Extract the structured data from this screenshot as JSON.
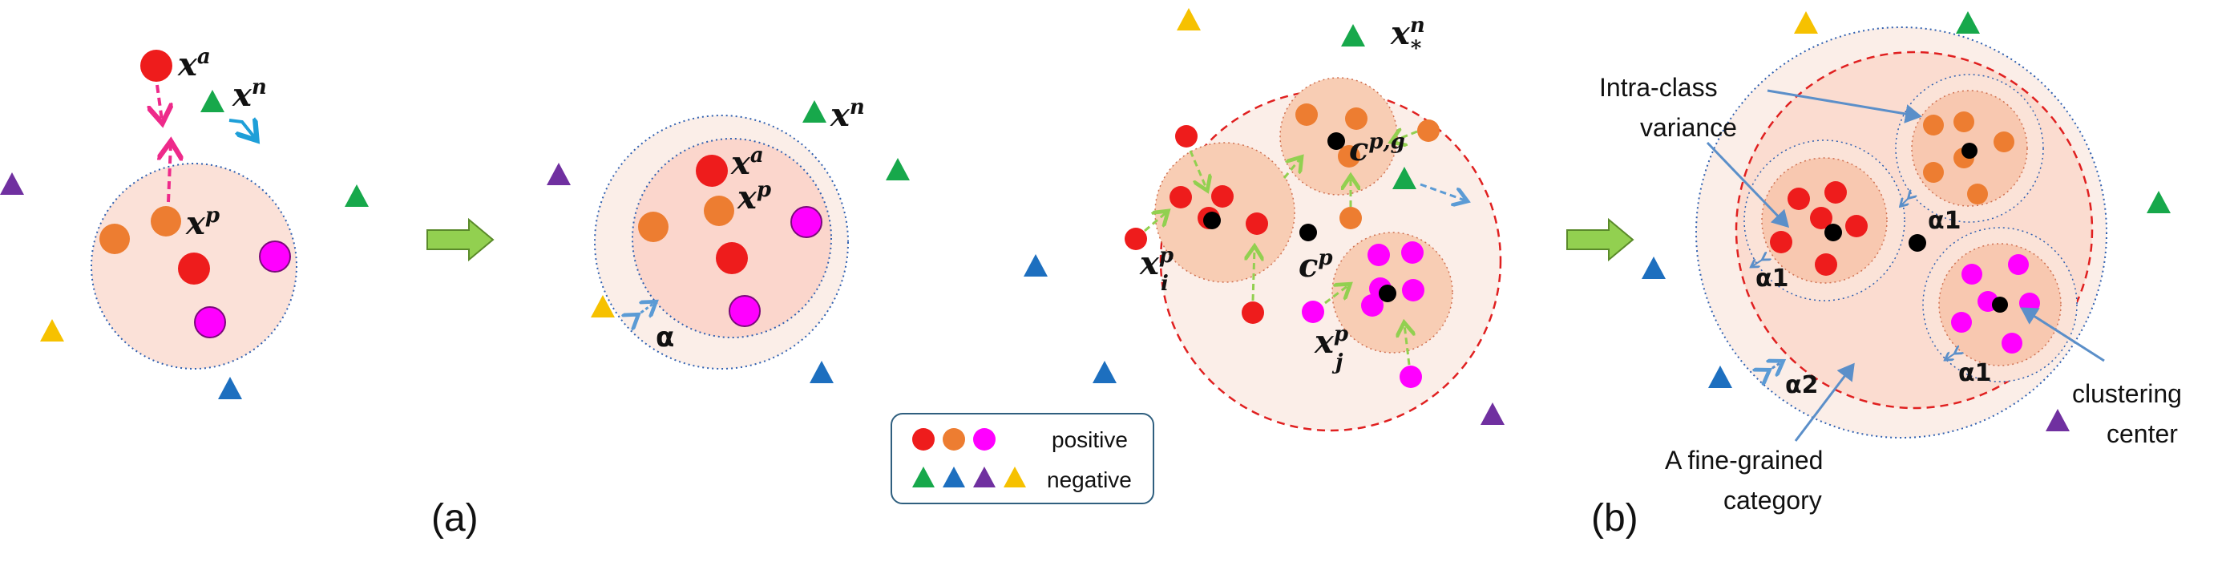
{
  "colors": {
    "red": "#ee1c1c",
    "orange": "#ed7d31",
    "magenta": "#ff00ff",
    "green": "#17a84b",
    "blue": "#1d6fbf",
    "purple": "#7030a0",
    "yellow": "#f6c100",
    "black": "#000000",
    "cluster_fill": "#fbe1d8",
    "subcluster_fill": "#f8cdb4",
    "dashed_red": "#e02020",
    "dotted_blue": "#3060b0",
    "arrow_green": "#92d050",
    "arrow_pink": "#ee2a8a",
    "arrow_cyan": "#1e9fd8",
    "callout_blue": "#5b8fc9"
  },
  "panel_a": {
    "caption": "(a)",
    "label_anchor_base": "x",
    "label_anchor_sup": "a",
    "label_positive_base": "x",
    "label_positive_sup": "p",
    "label_negative_base": "x",
    "label_negative_sup": "n",
    "margin_label": "α"
  },
  "panel_mid": {
    "label_negative_base": "x",
    "label_negative_sup": "n",
    "label_negative_sub": "*",
    "label_center_base": "c",
    "label_center_sup": "p",
    "label_group_center_base": "c",
    "label_group_center_sup": "p,g",
    "label_xi_base": "x",
    "label_xi_sup": "p",
    "label_xi_sub": "i",
    "label_xj_base": "x",
    "label_xj_sup": "p",
    "label_xj_sub": "j"
  },
  "panel_b": {
    "caption": "(b)",
    "intra_class_line1": "Intra-class",
    "intra_class_line2": "variance",
    "alpha1": "α1",
    "alpha2": "α2",
    "fine_grained_line1": "A fine-grained",
    "fine_grained_line2": "category",
    "clustering_line1": "clustering",
    "clustering_line2": "center"
  },
  "legend": {
    "positive": "positive",
    "negative": "negative"
  },
  "icons": {
    "transition_arrow": "right-arrow-icon",
    "positive_sample": "circle-icon",
    "negative_sample": "triangle-icon"
  }
}
